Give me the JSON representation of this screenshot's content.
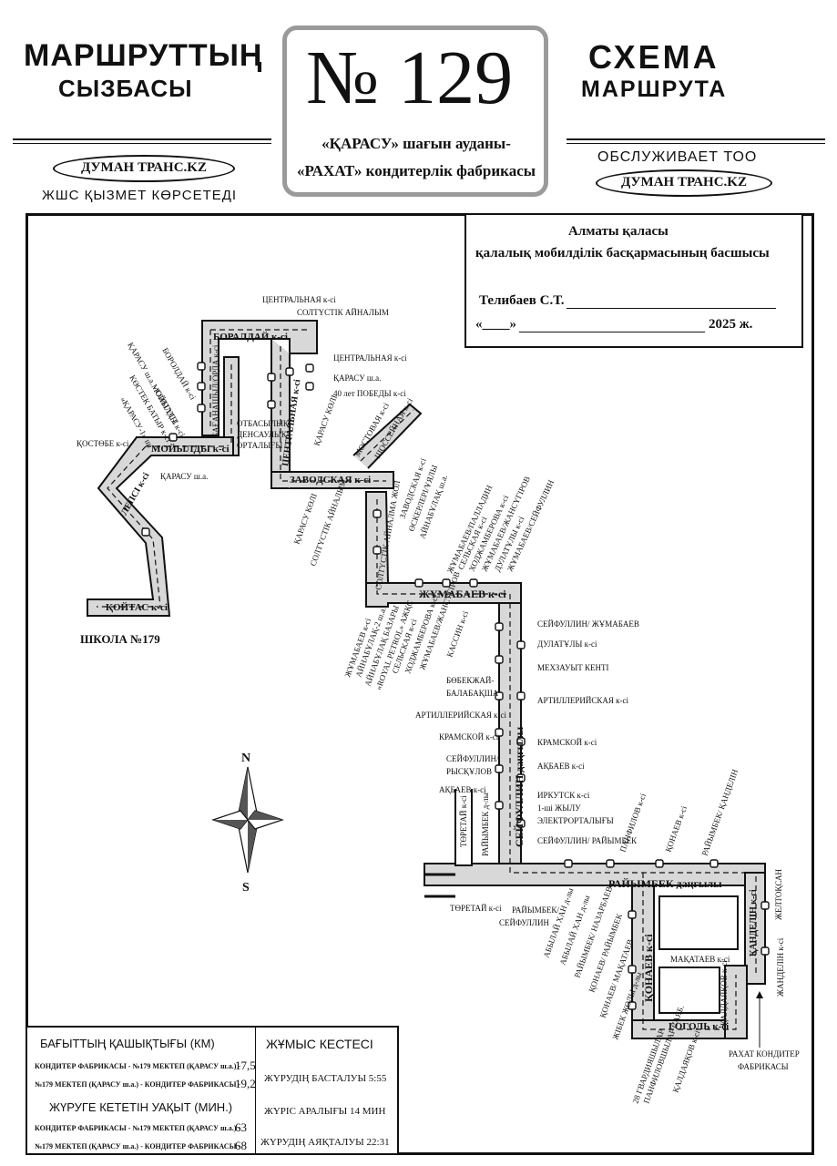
{
  "header": {
    "left_title_line1": "МАРШРУТТЫҢ",
    "left_title_line2": "СЫЗБАСЫ",
    "right_title_line1": "СХЕМА",
    "right_title_line2": "МАРШРУТА",
    "route_number": "№ 129",
    "route_desc_line1": "«ҚАРАСУ» шағын ауданы-",
    "route_desc_line2": "«РАХАТ» кондитерлік фабрикасы",
    "operator_left": "ДУМАН ТРАНС.KZ",
    "operator_left_caption": "ЖШС ҚЫЗМЕТ КӨРСЕТЕДІ",
    "operator_right_caption": "ОБСЛУЖИВАЕТ ТОО",
    "operator_right": "ДУМАН ТРАНС.KZ"
  },
  "approval": {
    "line1": "Алматы қаласы",
    "line2": "қалалық мобилділік басқармасының басшысы",
    "signer": "Телибаев С.Т.",
    "date_prefix": "«____»",
    "date_suffix": "2025 ж."
  },
  "map": {
    "labels": {
      "tsentralnaya_top": "ЦЕНТРАЛЬНАЯ к-сі",
      "soltustik_ainalym_top": "СОЛТҮСТІК АЙНАЛЫМ",
      "boraldai": "БОРАЛДАЙ к-сі",
      "tsentralnaya_right": "ЦЕНТРАЛЬНАЯ к-сі",
      "karasu_sha": "ҚАРАСУ ш.а.",
      "let40": "40 лет ПОБЕДЫ к-сі",
      "karasu_koli": "ҚАРАСУ КӨЛІ",
      "mostovaya": "МОСТОВАЯ к-сі",
      "shosseinaya": "ШОССЕЙНАЯ к-сі",
      "tsentralnaya_vert": "ЦЕНТРАЛЬНАЯ к-сі",
      "bagan": "БАҒАНАШЫЛ/ОРДА к-сі",
      "otbasylyk": "ОТБАСЫЛЫҚ",
      "densaulyk": "ДЕНСАУЛЫҚ",
      "ortalygy": "ОРТАЛЫҒЫ",
      "boroldai_left": "БОРОЛДАЙ к-сі",
      "karasu_soltustik": "ҚАРАСУ ш.а. - СОЛТҮСТ.",
      "kostek": "КӨСТЕК БАТЫР к-сі",
      "moiyldy_sm": "МОЙЫЛДЫ к-сі",
      "karasu_11": "«ҚАРАСУ-1» ш.",
      "kostobe": "ҚОСТӨБЕ к-сі",
      "moiyldy": "МОЙЫЛДЫ к-сі",
      "karasu_sha2": "ҚАРАСУ ш.а.",
      "zavodskaya": "ЗАВОДСКАЯ к-сі",
      "karasu_koli2": "ҚАРАСУ КӨЛІ",
      "soltustik_ainalym2": "СОЛТҮСТІК АЙНАЛЫМ",
      "soltustik_ainalma_zhol": "СОЛТҮСТІК АЙНАЛМА ЖОЛ",
      "zavodskaya2": "ЗАВОДСКАЯ к-сі",
      "otbasylyk_ainalym": "ӨСКЕРЛЕРІ/ҰЯЛЫ",
      "ainabulak": "АЙНАБҰЛАҚ ш.а.",
      "lepsi": "ЛЕПСІ к-сі",
      "koitas": "ҚОЙТАС к-сі",
      "school": "ШКОЛА №179",
      "zhumabaev": "ЖҰМАБАЕВ к-сі",
      "zhumabaev_lapp": "ЖҰМАБАЕВ/ПАЛЛАДИН",
      "seliskaya": "СЕЛЬСКАЯ к-сі",
      "khodzhamberova": "ХОДЖАМБЕРОВА к-сі",
      "zhumabaev_zhansugurov": "ЖҰМАБАЕВ/ЖАНСҮГІРОВ",
      "dulatuly_top": "ДУЛАТҰЛЫ к-сі",
      "zhumabaev_seifullin": "ЖҰМАБАЕВ/СЕЙФУЛЛИН",
      "zhumabaev_sm": "ЖҰМАБАЕВ к-сі",
      "ainabulak2": "АЙНАБҰЛАҚ-2 ш.а.",
      "ainabulak_bazary": "АЙНАБҰЛАҚ БАЗАРЫ",
      "royal_petrol": "«ROYAL PETROL» АЖҚС",
      "seliskaya2": "СЕЛЬСКАЯ к-сі",
      "khodzhamberova2": "ХОДЖАМБЕРОВА к-сі",
      "zhumabaev_zhans2": "ЖҰМАБАЕВ/ЖАНСҮГІРОВ",
      "kassin": "КАССИН к-сі",
      "seifullin_zhumabaev": "СЕЙФУЛЛИН/ ЖҰМАБАЕВ",
      "dulatuly": "ДУЛАТҰЛЫ к-сі",
      "mekhzauyt": "МЕХЗАУЫТ КЕНТІ",
      "bobekzhai": "БӨБЕКЖАЙ-",
      "balabaksha": "БАЛАБАҚША",
      "artilleriiskaya_l": "АРТИЛЛЕРИЙСКАЯ к-сі",
      "artilleriiskaya_r": "АРТИЛЛЕРИЙСКАЯ к-сі",
      "seifullin_dangyly": "СЕЙФУЛЛИН даңғылы",
      "kramskoi_l": "КРАМСКОЙ к-сі",
      "kramskoi_r": "КРАМСКОЙ к-сі",
      "seifullin_ryskulov1": "СЕЙФУЛЛИН/",
      "seifullin_ryskulov2": "РЫСҚҰЛОВ",
      "akbaev_r": "АҚБАЕВ к-сі",
      "akbaev_l": "АҚБАЕВ к-сі",
      "irkutsk": "ИРКУТСК к-сі",
      "electro1": "1-ші ЖЫЛУ",
      "electro2": "ЭЛЕКТРОРТАЛЫҒЫ",
      "seifullin_raiymbek": "СЕЙФУЛЛИН/ РАЙЫМБЕК",
      "toretai_top": "ТӨРЕТАЙ к-сі",
      "raiymbek_dangyly_v": "РАЙЫМБЕК д-лы",
      "pankfilov": "ПАНФИЛОВ к-сі",
      "konaev_top": "ҚОНАЕВ к-сі",
      "raiymbek_kandelin": "РАЙЫМБЕК/ ҚАНДЕЛІН",
      "raiymbek_dangyly": "РАЙЫМБЕК даңғылы",
      "toretai_bottom": "ТӨРЕТАЙ к-сі",
      "raiymbek_seifullin1": "РАЙЫМБЕК/",
      "raiymbek_seifullin2": "СЕЙФУЛЛИН",
      "ablai_khan1": "АБЫЛАЙ ХАН д-лы",
      "ablai_khan2": "АБЫЛАЙ ХАН д-лы",
      "raiymbek_nazarbaev": "РАЙЫМБЕК/ НАЗАРБАЕВ",
      "konaev_raiymbek": "ҚОНАЕВ/ РАЙЫМБЕК",
      "konaev_makataev": "ҚОНАЕВ/ МАҚАТАЕВ",
      "zhibek_zholy": "ЖІБЕК ЖОЛЫ д-лы",
      "makataev": "МАҚАТАЕВ к-сі",
      "konaev": "ҚОНАЕВ к-сі",
      "kaldaiakov_v": "ҚАЛДАЯҚОВ к-сі",
      "kandelin": "ҚАНДЕЛІН к-сі",
      "zheltoksan": "ЖЕЛТОҚСАН",
      "mazhitov": "ЖАНДЕЛІН к-сі",
      "gogol": "ГОГОЛЬ к-сі",
      "panfilov_bottom1": "28 ГВАРДИЯШЫЛАР",
      "panfilov_bottom2": "ПАНФИЛОВШЫЛАР САЯБ.",
      "kaldaiakov_bottom": "ҚАЛДАЯҚОВ к-сі",
      "rakhat1": "РАХАТ КОНДИТЕР",
      "rakhat2": "ФАБРИКАСЫ",
      "compass_n": "N",
      "compass_s": "S"
    }
  },
  "distance": {
    "title": "БАҒЫТТЫҢ ҚАШЫҚТЫҒЫ (КМ)",
    "rows": [
      {
        "label": "КОНДИТЕР ФАБРИКАСЫ - №179 МЕКТЕП (ҚАРАСУ ш.а.) -",
        "value": "17,5"
      },
      {
        "label": "№179 МЕКТЕП (ҚАРАСУ ш.а.) - КОНДИТЕР ФАБРИКАСЫ -",
        "value": "19,2"
      }
    ],
    "time_title": "ЖҮРУГЕ КЕТЕТІН УАҚЫТ (МИН.)",
    "time_rows": [
      {
        "label": "КОНДИТЕР ФАБРИКАСЫ - №179 МЕКТЕП (ҚАРАСУ ш.а.) -",
        "value": "63"
      },
      {
        "label": "№179 МЕКТЕП (ҚАРАСУ ш.а.) - КОНДИТЕР ФАБРИКАСЫ -",
        "value": "68"
      }
    ]
  },
  "schedule": {
    "title": "ЖҰМЫС КЕСТЕСІ",
    "start_label": "ЖҮРУДІҢ БАСТАЛУЫ",
    "start_value": "5:55",
    "interval_label": "ЖҮРІС АРАЛЫҒЫ",
    "interval_value": "14 МИН",
    "end_label": "ЖҮРУДІҢ АЯҚТАЛУЫ",
    "end_value": "22:31"
  }
}
